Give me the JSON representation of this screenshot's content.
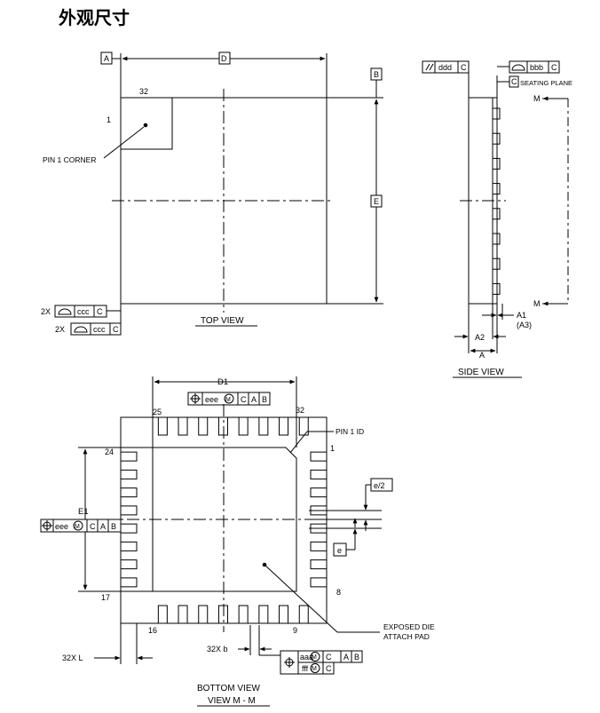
{
  "title": "外观尺寸",
  "top_view": {
    "datum_a": "A",
    "dim_d": "D",
    "datum_b": "B",
    "dim_e": "E",
    "pin32": "32",
    "pin1": "1",
    "pin1_corner": "PIN  1 CORNER",
    "fcf1": {
      "prefix": "2X",
      "tol": "ccc",
      "datum": "C"
    },
    "fcf2": {
      "prefix": "2X",
      "tol": "ccc",
      "datum": "C"
    },
    "caption": "TOP  VIEW"
  },
  "side_view": {
    "fcf_parallel": {
      "tol": "ddd",
      "datum": "C"
    },
    "fcf_profile": {
      "tol": "bbb",
      "datum": "C"
    },
    "datum_c": "C",
    "seating_plane": "SEATING  PLANE",
    "m_top": "M",
    "m_bottom": "M",
    "a1": "A1",
    "a3": "(A3)",
    "a2": "A2",
    "a": "A",
    "caption": "SIDE  VIEW"
  },
  "bottom_view": {
    "dim_d1": "D1",
    "fcf_top": {
      "tol": "eee",
      "mod": "M",
      "d1": "C",
      "d2": "A",
      "d3": "B"
    },
    "pin25": "25",
    "pin32": "32",
    "pin1_id": "PIN 1 ID",
    "pin1": "1",
    "pin24": "24",
    "e_half": "e/2",
    "dim_e1": "E1",
    "fcf_left": {
      "tol": "eee",
      "mod": "M",
      "d1": "C",
      "d2": "A",
      "d3": "B"
    },
    "dim_e": "e",
    "pin8": "8",
    "pin17": "17",
    "pin16": "16",
    "pin9": "9",
    "exposed_die": "EXPOSED DIE",
    "attach_pad": "ATTACH PAD",
    "dim_b": "32X  b",
    "dim_l": "32X  L",
    "fcf_b1": {
      "tol": "aaa",
      "mod": "M",
      "d1": "C",
      "d2": "A",
      "d3": "B"
    },
    "fcf_b2": {
      "tol": "fff",
      "mod": "M",
      "d1": "C"
    },
    "caption1": "BOTTOM  VIEW",
    "caption2": "VIEW M - M"
  }
}
